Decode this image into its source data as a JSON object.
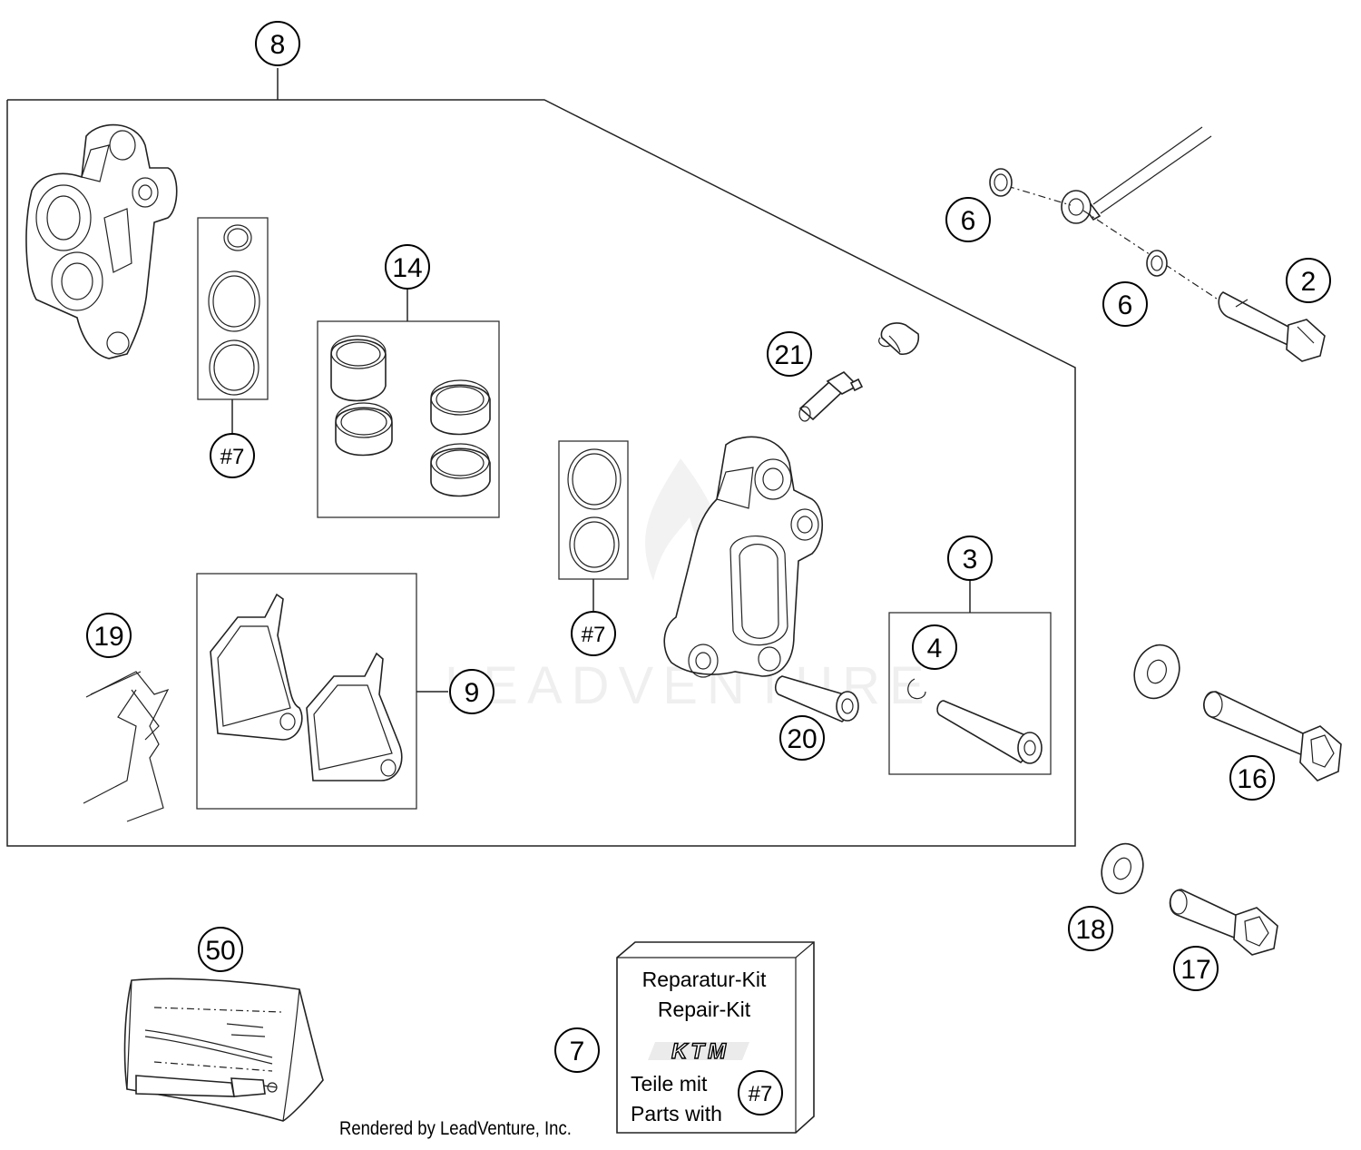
{
  "callouts": {
    "c8": "8",
    "c6a": "6",
    "c6b": "6",
    "c2": "2",
    "c14": "14",
    "c21": "21",
    "c7a": "#7",
    "c7b": "#7",
    "c3": "3",
    "c4": "4",
    "c19": "19",
    "c9": "9",
    "c20": "20",
    "c16": "16",
    "c18": "18",
    "c17": "17",
    "c50": "50",
    "c7": "7",
    "c7kit": "#7"
  },
  "kit": {
    "line1": "Reparatur-Kit",
    "line2": "Repair-Kit",
    "logo": "KTM",
    "line3": "Teile mit",
    "line4": "Parts with"
  },
  "watermark": "LEADVENTURE",
  "credit": "Rendered by LeadVenture, Inc."
}
